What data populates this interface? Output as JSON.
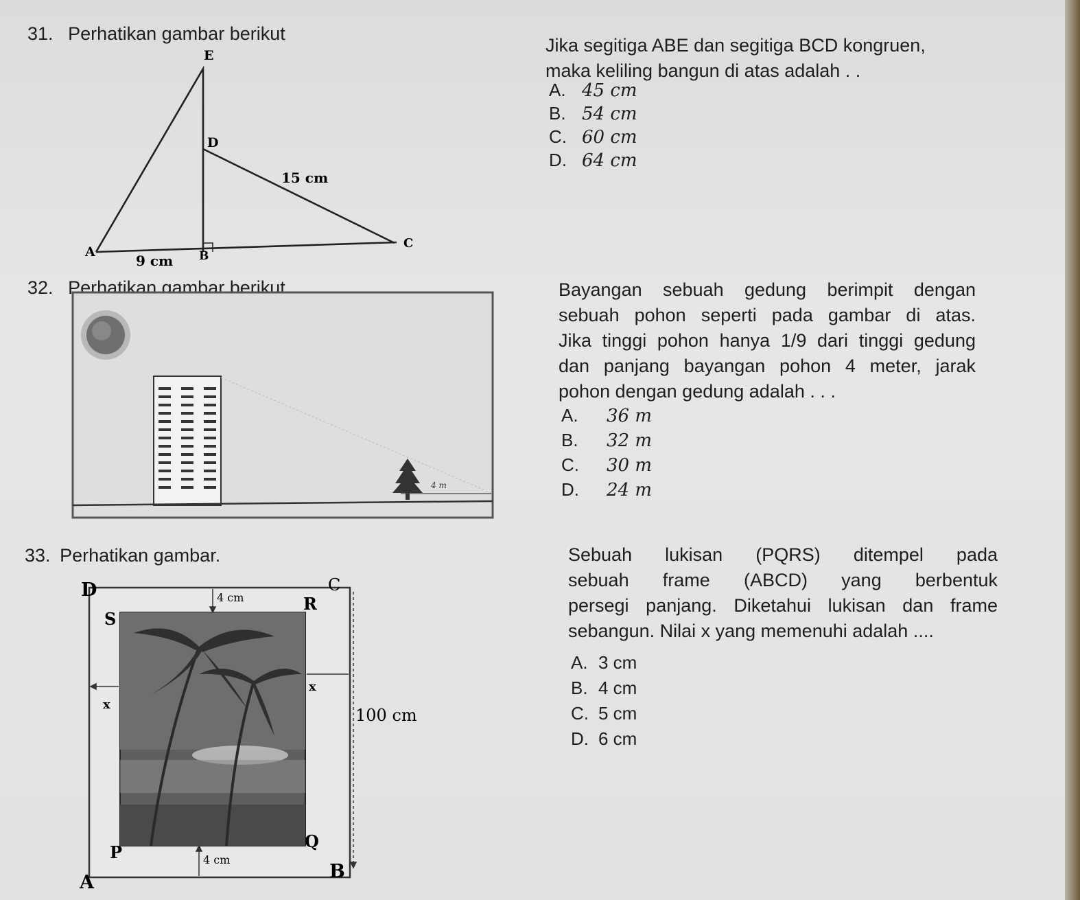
{
  "q31": {
    "number": "31.",
    "title": "Perhatikan gambar berikut",
    "lines": [
      "Jika segitiga ABE dan segitiga BCD kongruen,",
      "maka keliling bangun di atas adalah . ."
    ],
    "options": [
      {
        "letter": "A.",
        "value": "45 cm"
      },
      {
        "letter": "B.",
        "value": "54 cm"
      },
      {
        "letter": "C.",
        "value": "60 cm"
      },
      {
        "letter": "D.",
        "value": "64 cm"
      }
    ],
    "figure": {
      "E": "E",
      "D": "D",
      "A": "A",
      "B": "B",
      "C": "C",
      "len_dc": "15 cm",
      "len_ab": "9 cm"
    }
  },
  "q32": {
    "number": "32.",
    "title": "Perhatikan gambar berikut",
    "lines": [
      "Bayangan sebuah gedung berimpit dengan",
      "sebuah pohon seperti pada gambar di atas.",
      "Jika tinggi pohon hanya 1/9 dari tinggi gedung",
      "dan panjang bayangan pohon 4 meter, jarak",
      "pohon dengan gedung adalah . . ."
    ],
    "options": [
      {
        "letter": "A.",
        "value": "36 m"
      },
      {
        "letter": "B.",
        "value": "32 m"
      },
      {
        "letter": "C.",
        "value": "30 m"
      },
      {
        "letter": "D.",
        "value": "24 m"
      }
    ],
    "figure": {
      "shadow_label": "4 m"
    }
  },
  "q33": {
    "number": "33.",
    "title": "Perhatikan gambar.",
    "lines": [
      "Sebuah lukisan (PQRS) ditempel pada",
      "sebuah frame (ABCD) yang berbentuk",
      "persegi panjang. Diketahui lukisan dan frame",
      "sebangun. Nilai x yang memenuhi adalah ...."
    ],
    "options": [
      {
        "letter": "A.",
        "value": "3 cm"
      },
      {
        "letter": "B.",
        "value": "4 cm"
      },
      {
        "letter": "C.",
        "value": "5 cm"
      },
      {
        "letter": "D.",
        "value": "6 cm"
      }
    ],
    "figure": {
      "D": "D",
      "C": "C",
      "S": "S",
      "R": "R",
      "P": "P",
      "Q": "Q",
      "A": "A",
      "B": "B",
      "top_gap": "4 cm",
      "bottom_gap": "4 cm",
      "side_x_left": "x",
      "side_x_right": "x",
      "height": "100 cm"
    }
  }
}
